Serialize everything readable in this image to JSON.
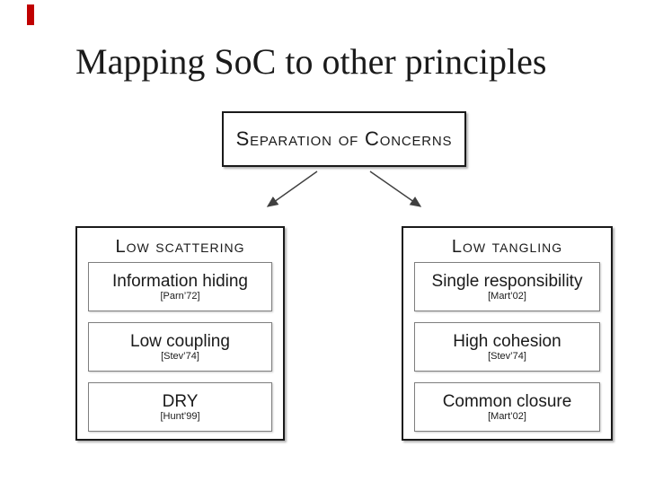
{
  "slide": {
    "title": "Mapping SoC to other principles",
    "accent_color": "#c00000",
    "text_color": "#1a1a1a",
    "outer_border_color": "#1a1a1a",
    "inner_border_color": "#7f7f7f",
    "arrow_color": "#404040"
  },
  "soc_box": {
    "label": "Separation of Concerns"
  },
  "groups": [
    {
      "title": "Low scattering",
      "items": [
        {
          "label": "Information hiding",
          "ref": "[Parn’72]"
        },
        {
          "label": "Low coupling",
          "ref": "[Stev’74]"
        },
        {
          "label": "DRY",
          "ref": "[Hunt’99]"
        }
      ]
    },
    {
      "title": "Low tangling",
      "items": [
        {
          "label": "Single responsibility",
          "ref": "[Mart’02]"
        },
        {
          "label": "High cohesion",
          "ref": "[Stev’74]"
        },
        {
          "label": "Common closure",
          "ref": "[Mart’02]"
        }
      ]
    }
  ]
}
